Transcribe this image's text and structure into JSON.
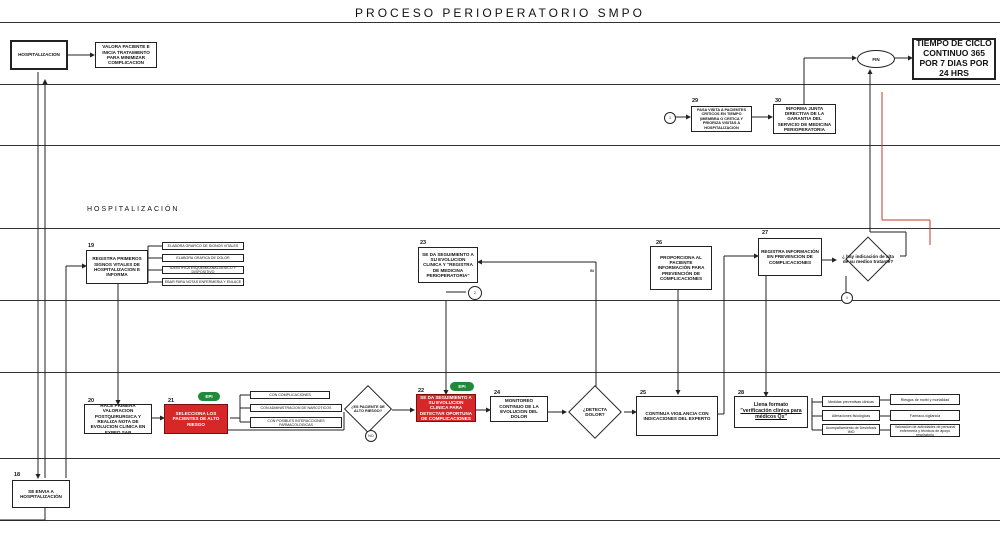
{
  "title": "PROCESO     PERIOPERATORIO SMPO",
  "section_label": "HOSPITALIZACIÓN",
  "boxes": {
    "hosp_top": "HOSPITALIZACION",
    "valora": "VALORA PACIENTE E INICIA TRATAMIENTO PARA MINIMIZAR COMPLICACION",
    "fin": "FIN",
    "tiempo": "TIEMPO DE CICLO CONTINUO 365 POR 7 DIAS POR 24 HRS",
    "n29": "29",
    "s29": "PASA VISITA A PACIENTES CRITICOS EN TIEMPO (MIEMBRA O CRITICA Y PRIORIZA VISITAS A HOSPITALIZACION",
    "n30": "30",
    "s30": "INFORMA JUNTA DIRECTIVA DE LA GARANTIA DEL SERVICIO DE MEDICINA PERIOPERATORIA",
    "n19": "19",
    "s19": "REGISTRA PRIMEROS SIGNOS VITALES DE HOSPITALIZACION E INFORMA",
    "s19_items": [
      "ELABORA GRAFICO DE SIGNOS VITALES",
      "ELABORA GRAFICA DE DOLOR",
      "IDENTIFICA ESQUEMA ANALGESICO Y DISPOSITIVO",
      "EBAR PARA NOTAS ENFERMERIA Y ENLACE"
    ],
    "n23": "23",
    "s23": "SE DA SEGUIMIENTO A SU EVOLUCION CLINICA Y \"REGISTRA DE MEDICINA PERIOPERATORIA\"",
    "n26": "26",
    "s26": "PROPORCIONA AL PACIENTE INFORMACIÓN PARA PREVENCIÓN DE COMPLICACIONES",
    "n27": "27",
    "s27": "REGISTRA INFORMACIÓN EN PREVENCION DE COMPLICACIONES",
    "d_alta": "¿ hay indicación de alta de su medico tratante?",
    "n20": "20",
    "s20": "HACE PRIMERA VALORACION POSTQUIRURGICA Y REALIZA NOTA DE EVOLUCION CLINICA EN EXPED SAP",
    "n21": "21",
    "s21": "SELECCIONA LOS PACIENTES DE ALTO RIESGO",
    "s21_items": [
      "CON COMPLICACIONES",
      "CON ADMINISTRACION DE NARCOTICOS",
      "CON POSIBLES INTERACCIONES FARMACOLOGICAS"
    ],
    "d_alto": "¿ES PACIENTE DE ALTO RIESGO?",
    "n22": "22",
    "s22": "SE DA SEGUIMIENTO A SU EVOLUCION CLINICA PARA DETECTAR OPORTUNA DE COMPLICACIONES",
    "pill": "EPI",
    "n24": "24",
    "s24": "MONITOREO CONTINUO DE LA EVOLUCION DEL DOLOR",
    "d_dolor": "¿DETECTA DOLOR?",
    "n25": "25",
    "s25": "CONTINUA VIGILANCIA CON INDICACIONES DEL EXPERTO",
    "n28": "28",
    "s28_a": "Llena formato",
    "s28_b": "\"verificación clinica para médicos Qx\"",
    "s28_left": [
      "Medidas preventivas clinicas",
      "Alteraciones fisiológicas",
      "Acompañamiento de Desinfosis IMO"
    ],
    "s28_right": [
      "Riesgos de morbi y mortalidad",
      "Farmaco-vigilancia",
      "Valoración de actividades de personal enfermería y técnicos de apoyo respiratorio"
    ],
    "n18": "18",
    "s18": "SE ENVIA A HOSPITALIZACIÓN",
    "si": "SI",
    "no": "NO",
    "c1": "1",
    "c2": "2"
  }
}
